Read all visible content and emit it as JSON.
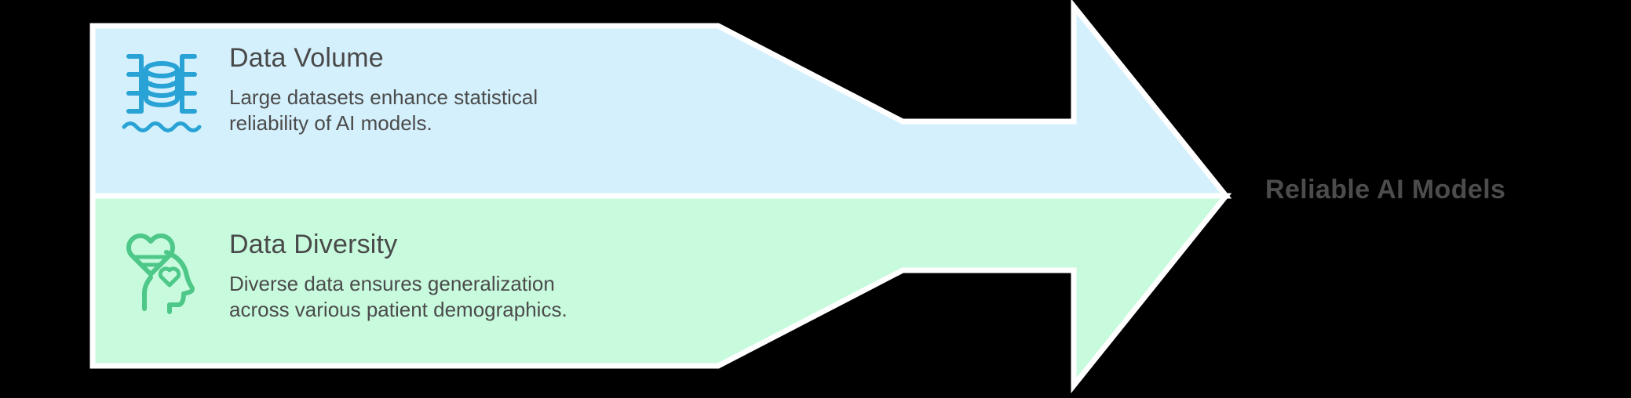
{
  "background_color": "#000000",
  "diagram": {
    "type": "converging-arrow",
    "outcome_label": "Reliable AI Models",
    "outcome_text_color": "#4c4c4c",
    "arrow_border_color": "#ffffff",
    "items": [
      {
        "id": "data-volume",
        "title": "Data Volume",
        "description": "Large datasets enhance statistical reliability of AI models.",
        "panel_color": "#d4f0fc",
        "icon_color": "#29a3d5",
        "icon_name": "database-volume-icon"
      },
      {
        "id": "data-diversity",
        "title": "Data Diversity",
        "description": "Diverse data ensures generalization across various patient demographics.",
        "panel_color": "#c8fade",
        "icon_color": "#4ec888",
        "icon_name": "heart-head-diversity-icon"
      }
    ]
  }
}
